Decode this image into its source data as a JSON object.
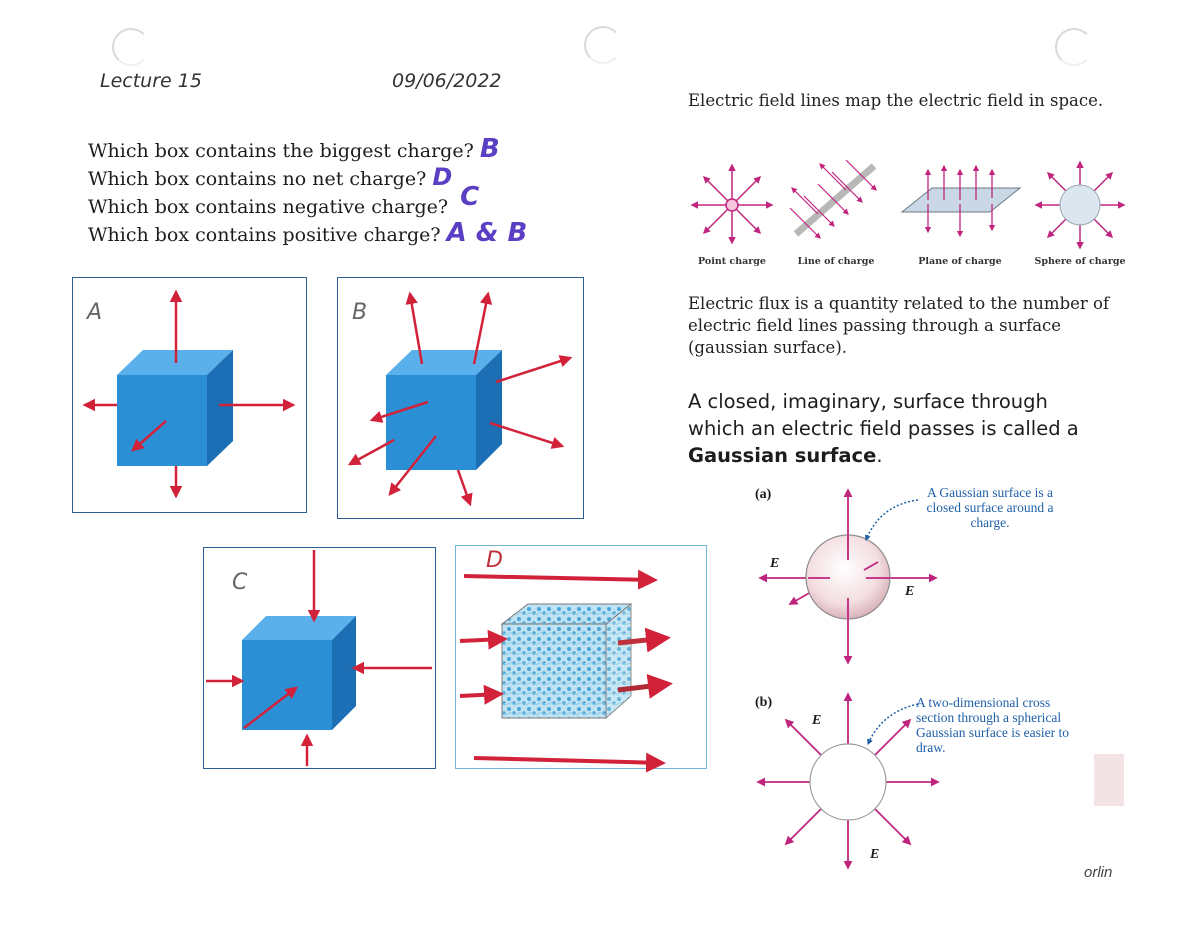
{
  "header": {
    "lecture": "Lecture 15",
    "date": "09/06/2022"
  },
  "questions": [
    {
      "text": "Which box contains the biggest charge?",
      "answer": "B"
    },
    {
      "text": "Which box contains no net charge?",
      "answer": "D"
    },
    {
      "text": "Which box contains negative charge?",
      "answer": "C"
    },
    {
      "text": "Which box contains positive charge?",
      "answer": "A & B"
    }
  ],
  "boxes": {
    "a": "A",
    "b": "B",
    "c": "C",
    "d": "D"
  },
  "right": {
    "p1": "Electric field lines map the electric field in space.",
    "charges": [
      "Point charge",
      "Line of charge",
      "Plane of charge",
      "Sphere of charge"
    ],
    "p2": "Electric flux is a quantity related to the number of electric field lines passing through a surface (gaussian surface).",
    "p3_main": "A closed, imaginary, surface through which an electric field passes is called a",
    "p3_bold": "Gaussian surface",
    "p3_end": ".",
    "fig_a_label": "(a)",
    "fig_a_note": "A Gaussian surface is a closed surface around a charge.",
    "fig_b_label": "(b)",
    "fig_b_note": "A two-dimensional cross section through a spherical Gaussian surface is easier to draw.",
    "e_label": "E⃗",
    "credit": "orlin"
  },
  "colors": {
    "arrow": "#d2223a",
    "cube_front": "#2b8fd6",
    "cube_top": "#5ab0ea",
    "cube_side": "#1c6fb5",
    "field": "#c0257e",
    "ink": "#5a3fc4"
  }
}
